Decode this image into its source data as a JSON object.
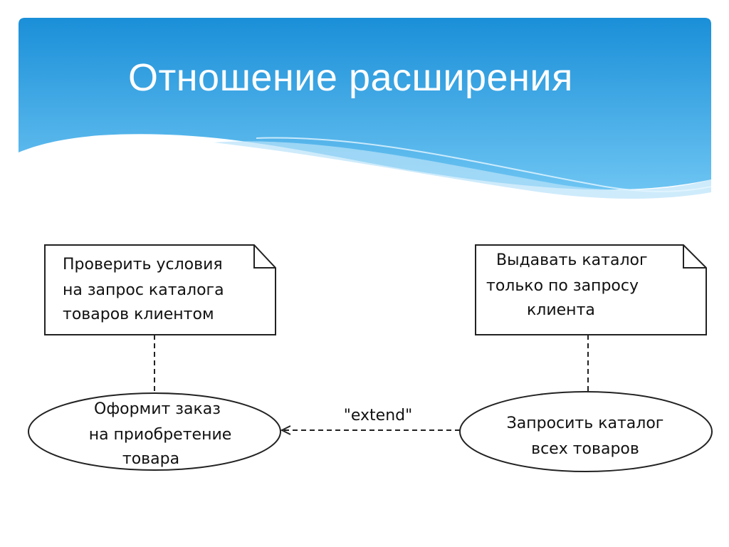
{
  "slide": {
    "title": "Отношение расширения"
  },
  "diagram": {
    "note_left": {
      "lines": [
        "Проверить условия",
        "на запрос каталога",
        "товаров клиентом"
      ]
    },
    "note_right": {
      "lines": [
        "Выдавать каталог",
        "только по запросу",
        "клиента"
      ]
    },
    "usecase_left": {
      "lines": [
        "Оформит заказ",
        "на приобретение",
        "товара"
      ]
    },
    "usecase_right": {
      "lines": [
        "Запросить каталог",
        "всех товаров"
      ]
    },
    "relationship": {
      "label": "\"extend\""
    }
  },
  "colors": {
    "banner_top": "#1a8fd8",
    "banner_bottom": "#6cc4f2",
    "title": "#ffffff",
    "line": "#222222"
  }
}
